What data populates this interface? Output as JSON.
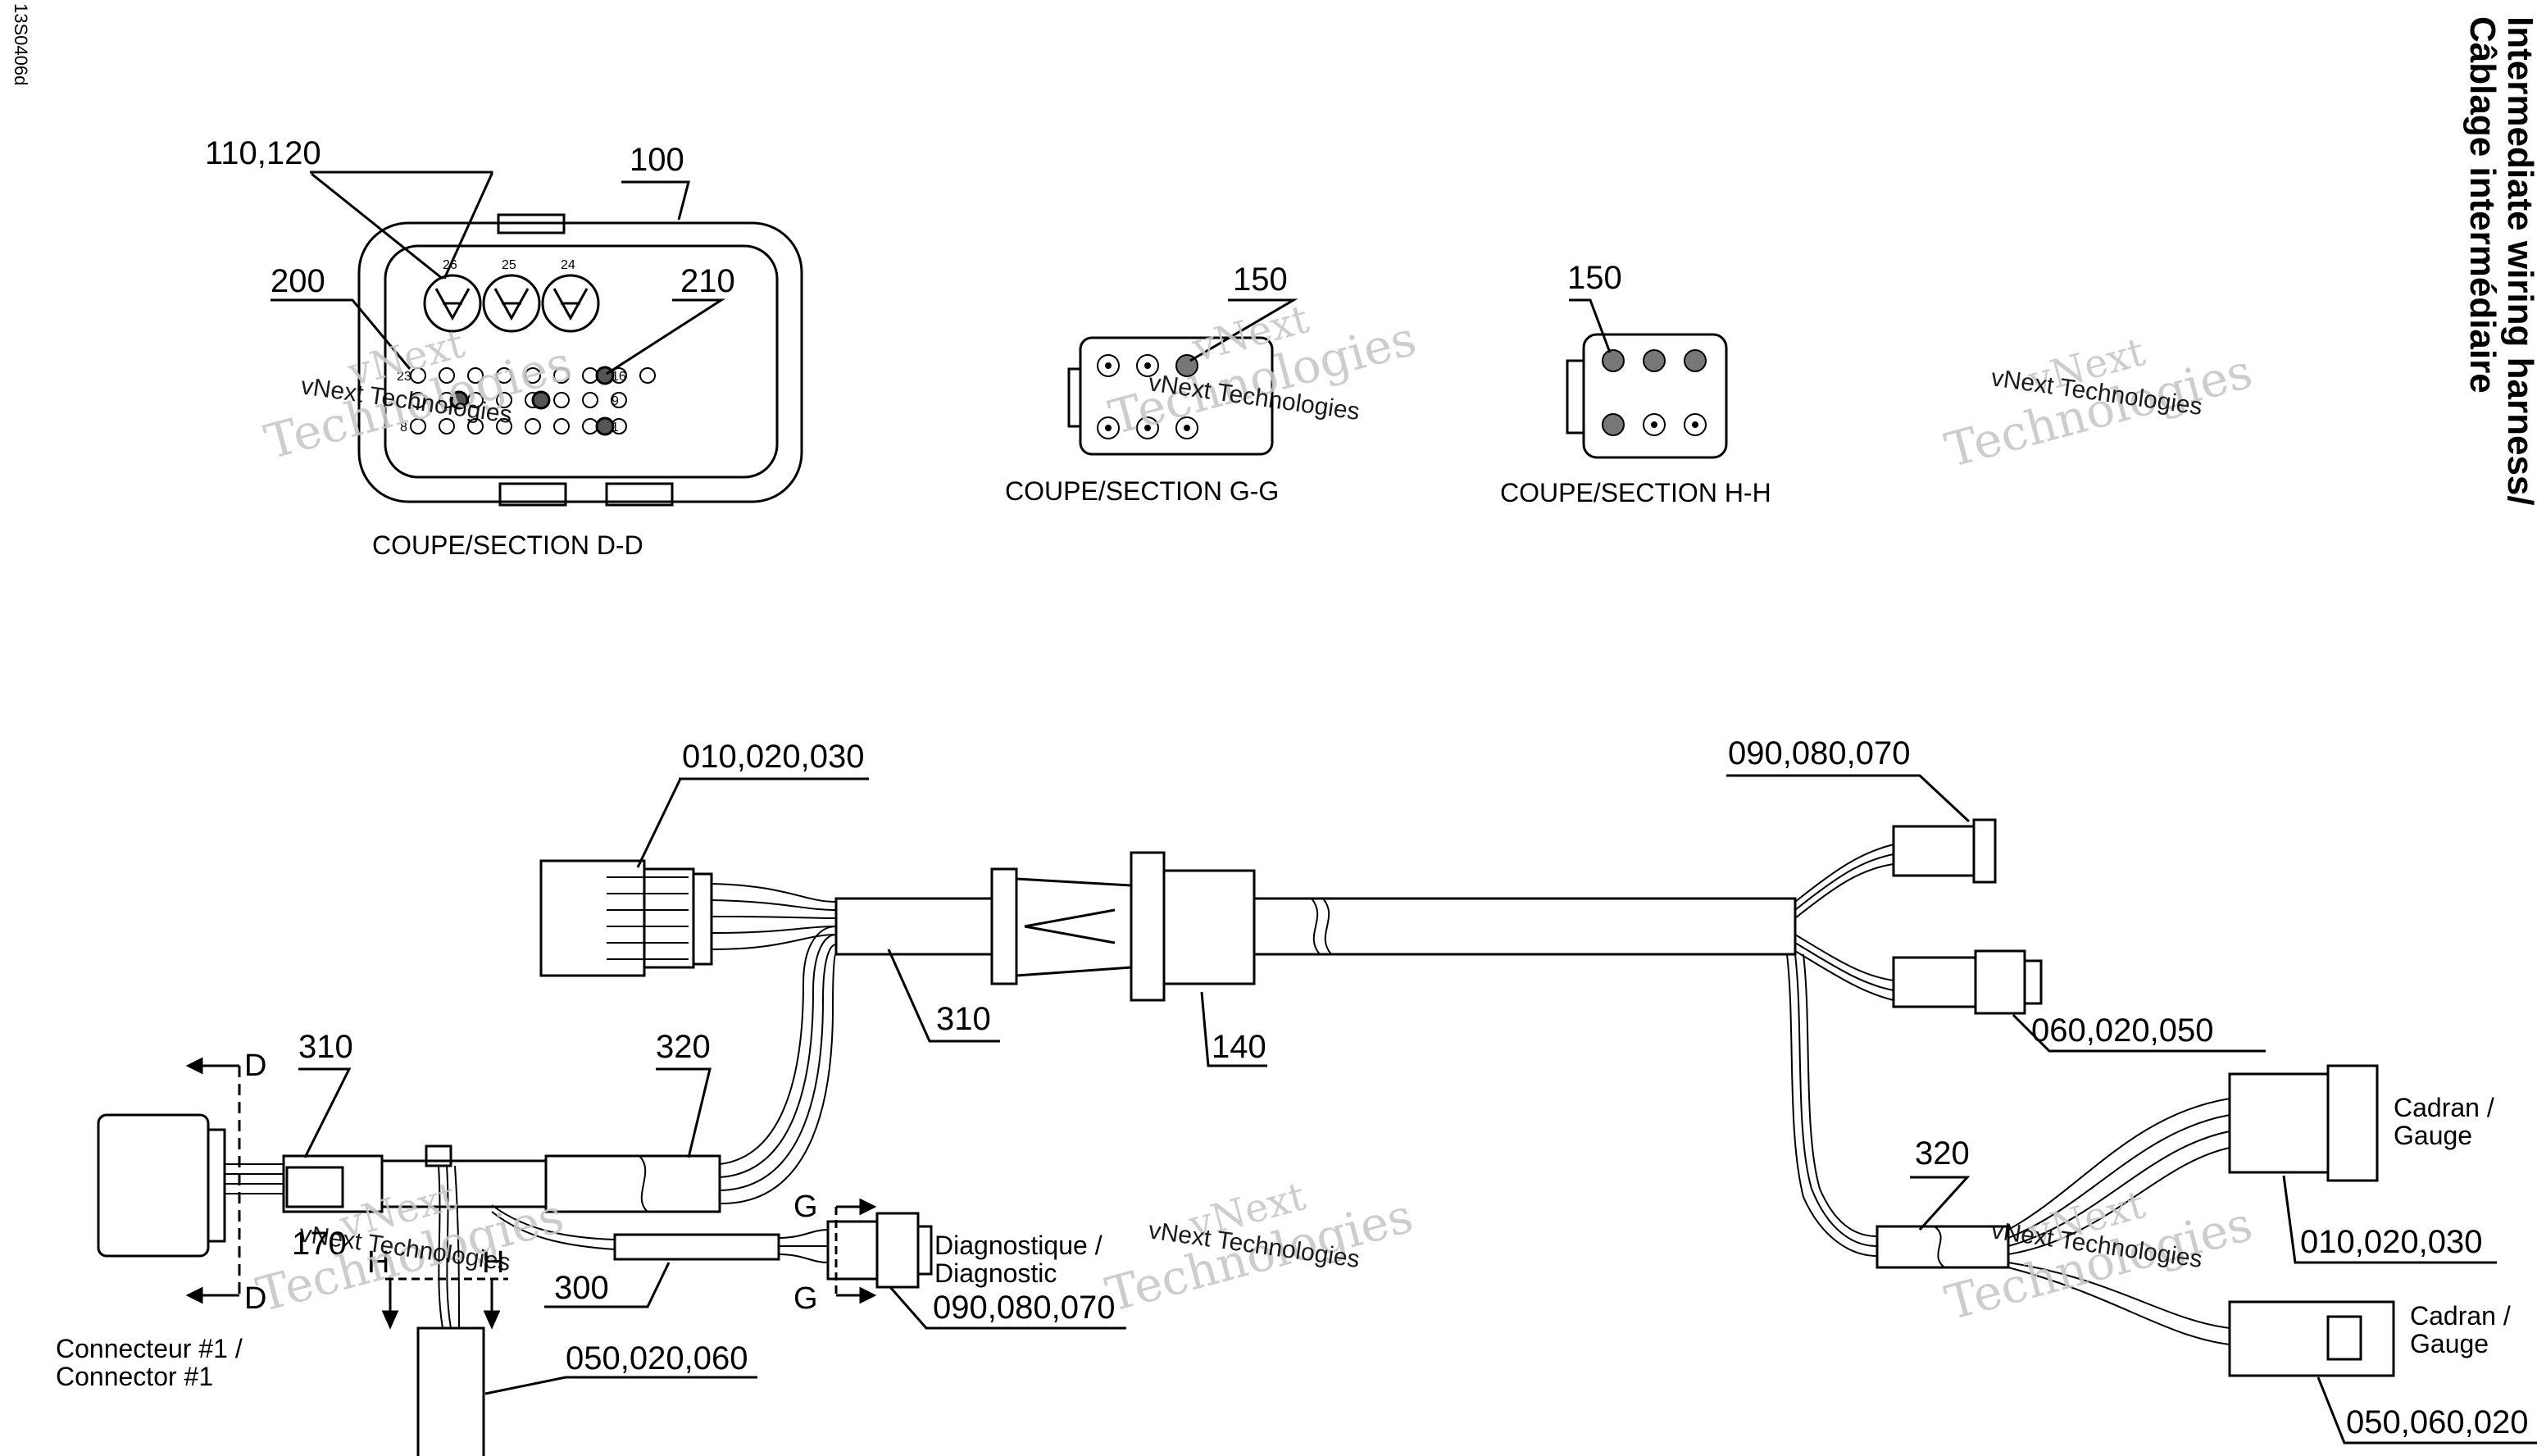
{
  "doc_code": "13S0406d",
  "title": {
    "line1": "Intermediate wiring harness/",
    "line2": "Câblage intermédiaire"
  },
  "sections": {
    "dd": "COUPE/SECTION D-D",
    "gg": "COUPE/SECTION G-G",
    "hh": "COUPE/SECTION H-H"
  },
  "pins": [
    "26",
    "25",
    "24",
    "23",
    "16",
    "9",
    "8",
    "1"
  ],
  "callouts": {
    "c110_120": "110,120",
    "c100": "100",
    "c200": "200",
    "c210": "210",
    "c150a": "150",
    "c150b": "150",
    "c010_top": "010,020,030",
    "c090_top": "090,080,070",
    "c310a": "310",
    "c140": "140",
    "c060": "060,020,050",
    "c310b": "310",
    "c320a": "320",
    "c170": "170",
    "c300": "300",
    "c050_020_060": "050,020,060",
    "c090_bottom": "090,080,070",
    "c320b": "320",
    "c010_right": "010,020,030",
    "c050_060_020": "050,060,020"
  },
  "section_letters": {
    "d_top": "D",
    "d_bottom": "D",
    "h_left": "H",
    "h_right": "H",
    "g_top": "G",
    "g_bottom": "G"
  },
  "texts": {
    "diag_1": "Diagnostique /",
    "diag_2": "Diagnostic",
    "conn_1": "Connecteur #1 /",
    "conn_2": "Connector #1",
    "gauge1_1": "Cadran /",
    "gauge1_2": "Gauge",
    "gauge2_1": "Cadran /",
    "gauge2_2": "Gauge"
  },
  "watermark": {
    "w1": "vNext",
    "w2": "Technologies",
    "w3": "vNext Technologies"
  }
}
